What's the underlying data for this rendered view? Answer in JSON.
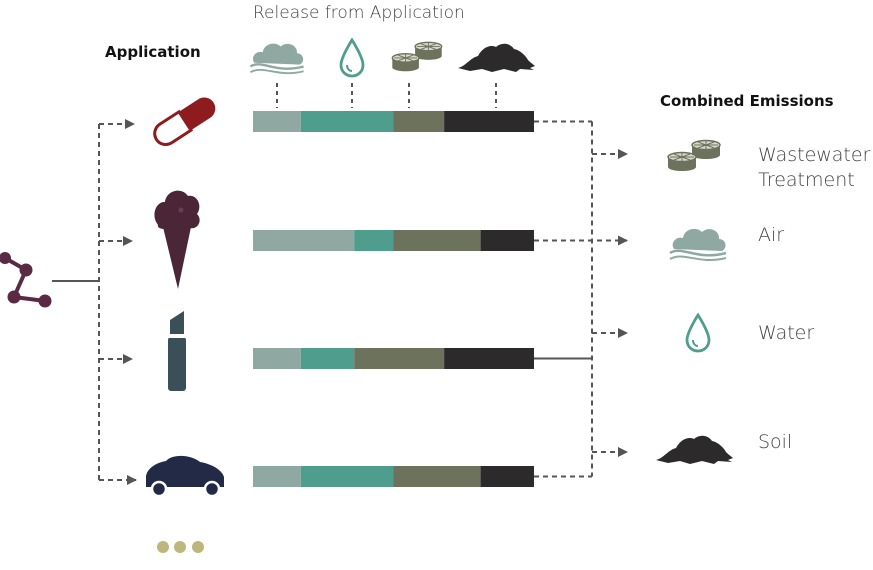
{
  "headings": {
    "application": "Application",
    "release": "Release from Application",
    "combined": "Combined Emissions"
  },
  "colors": {
    "air": "#8fa9a2",
    "water": "#4f9e8d",
    "wastewater": "#6d725c",
    "soil": "#2d2a2c",
    "molecule": "#5a2a44",
    "pill_dark": "#8e1c1f",
    "icecream": "#4a2637",
    "lipstick": "#3a4f57",
    "car": "#232a45",
    "dots": "#bdb77e",
    "connector": "#555555"
  },
  "release_legend": [
    "cloud-icon",
    "water-drop-icon",
    "wastewater-treatment-icon",
    "soil-pile-icon"
  ],
  "applications": [
    {
      "name": "pill",
      "icon": "pill-icon",
      "release": {
        "air": 0.17,
        "water": 0.33,
        "wastewater": 0.18,
        "soil": 0.32
      }
    },
    {
      "name": "ice-cream",
      "icon": "ice-cream-icon",
      "release": {
        "air": 0.36,
        "water": 0.14,
        "wastewater": 0.31,
        "soil": 0.19
      }
    },
    {
      "name": "lipstick",
      "icon": "lipstick-icon",
      "release": {
        "air": 0.17,
        "water": 0.19,
        "wastewater": 0.32,
        "soil": 0.32
      }
    },
    {
      "name": "car",
      "icon": "car-icon",
      "release": {
        "air": 0.17,
        "water": 0.33,
        "wastewater": 0.31,
        "soil": 0.19
      }
    }
  ],
  "more_indicator": "more-applications-dots-icon",
  "emissions": [
    {
      "label_lines": [
        "Wastewater",
        "Treatment"
      ],
      "icon": "wastewater-treatment-icon"
    },
    {
      "label_lines": [
        "Air"
      ],
      "icon": "cloud-icon"
    },
    {
      "label_lines": [
        "Water"
      ],
      "icon": "water-drop-icon"
    },
    {
      "label_lines": [
        "Soil"
      ],
      "icon": "soil-pile-icon"
    }
  ]
}
